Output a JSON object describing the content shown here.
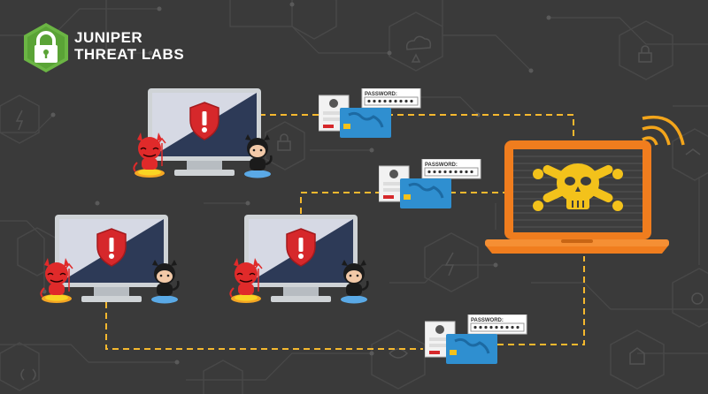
{
  "brand": {
    "line1": "JUNIPER",
    "line2": "THREAT LABS",
    "logo_icon": "shield-lock-icon",
    "accent": "#69b144"
  },
  "colors": {
    "background": "#3a3a3a",
    "alert_red": "#d6282b",
    "laptop_orange": "#f07d1e",
    "skull_yellow": "#f3c21b",
    "card_blue": "#2f8fd0",
    "dashed_line": "#f5b82e"
  },
  "credentials": [
    {
      "label": "PASSWORD:"
    },
    {
      "label": "PASSWORD:"
    },
    {
      "label": "PASSWORD:"
    }
  ]
}
